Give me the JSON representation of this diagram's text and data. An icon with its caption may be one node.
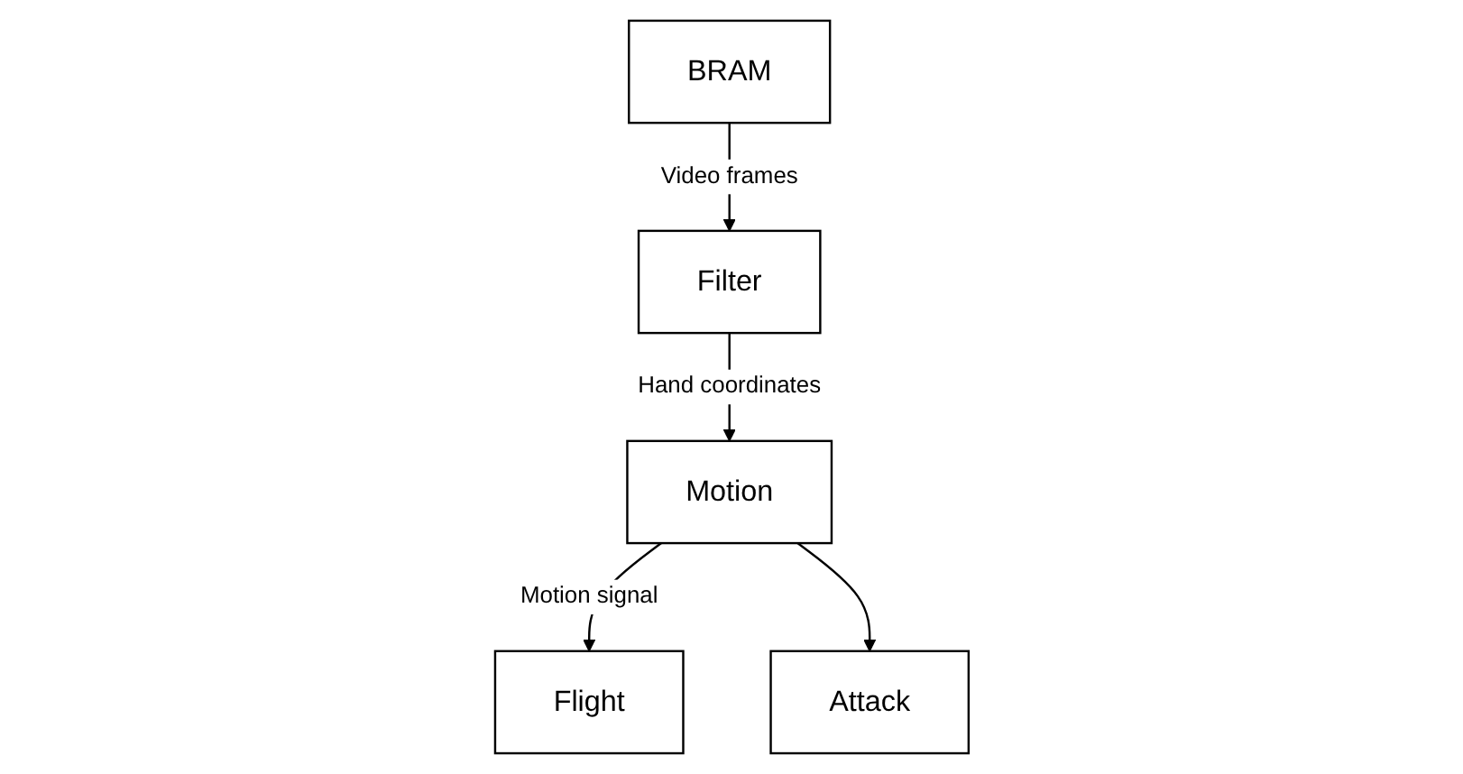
{
  "diagram": {
    "nodes": [
      {
        "text": [
          "BRAM"
        ]
      },
      {
        "text": [
          "Filter"
        ]
      },
      {
        "text": [
          "Motion"
        ]
      },
      {
        "text": [
          "Flight"
        ]
      },
      {
        "text": [
          "Attack"
        ]
      }
    ],
    "edges": [
      {
        "from": 0,
        "to": 1,
        "arrow": "to",
        "label": "Video frames"
      },
      {
        "from": 1,
        "to": 2,
        "arrow": "to",
        "label": "Hand coordinates"
      },
      {
        "from": 2,
        "to": 3,
        "arrow": "to",
        "label": "Motion signal"
      },
      {
        "from": 2,
        "to": 4,
        "arrow": "to"
      }
    ]
  }
}
